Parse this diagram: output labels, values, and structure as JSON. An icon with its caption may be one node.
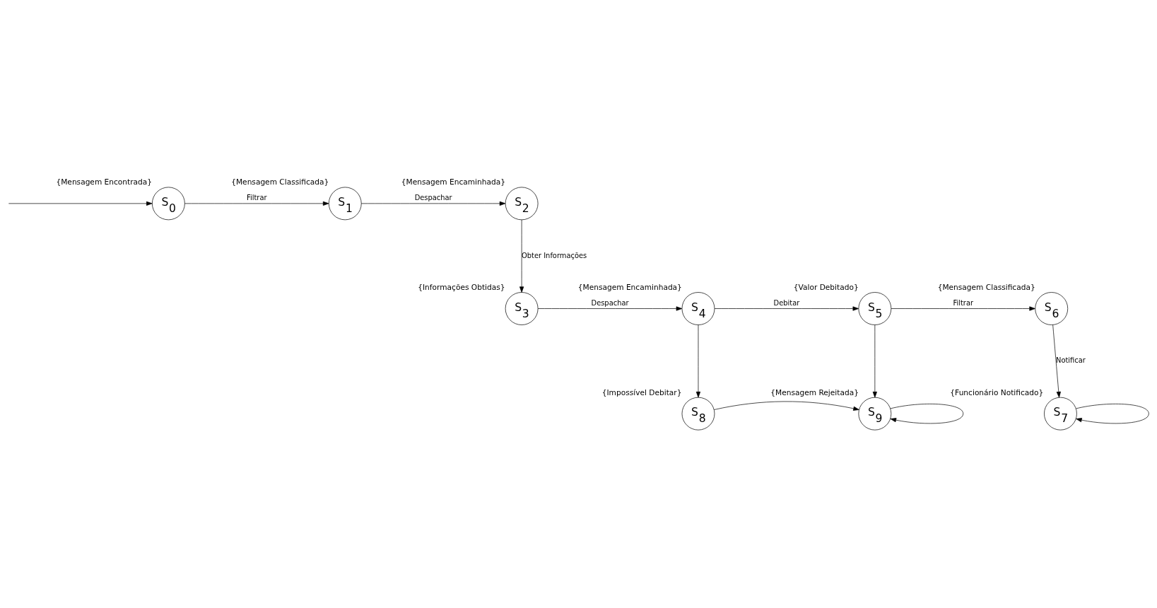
{
  "diagram": {
    "nodes": [
      {
        "text": [
          "S$_{0}$"
        ],
        "beside": [
          "{Mensagem Encontrada}"
        ]
      },
      {
        "text": [
          "S$_{1}$"
        ],
        "beside": [
          "{Mensagem Classificada}"
        ]
      },
      {
        "text": [
          "S$_{2}$"
        ],
        "beside": [
          "{Mensagem Encaminhada}"
        ]
      },
      {
        "text": [
          "S$_{3}$"
        ],
        "beside": [
          "{Informações Obtidas}"
        ]
      },
      {
        "text": [
          "S$_{4}$"
        ],
        "beside": [
          "{Mensagem Encaminhada}"
        ]
      },
      {
        "text": [
          "S$_{5}$"
        ],
        "beside": [
          "{Valor Debitado}"
        ]
      },
      {
        "text": [
          "S$_{6}$"
        ],
        "beside": [
          "{Mensagem Classificada}"
        ]
      },
      {
        "text": [
          "S$_{7}$"
        ],
        "beside": [
          "{Funcionário Notificado}"
        ]
      },
      {
        "text": [
          "S$_{8}$"
        ],
        "beside": [
          "{Impossível Debitar}"
        ]
      },
      {
        "text": [
          "S$_{9}$"
        ],
        "beside": [
          "{Mensagem Rejeitada}"
        ]
      }
    ],
    "edges": [
      {
        "from": null,
        "to": 0,
        "arrow": "to"
      },
      {
        "from": 0,
        "to": 1,
        "arrow": "to",
        "label": "Filtrar"
      },
      {
        "from": 1,
        "to": 2,
        "arrow": "to",
        "label": "Despachar"
      },
      {
        "from": 2,
        "to": 3,
        "arrow": "to",
        "label": "Obter Informações"
      },
      {
        "from": 3,
        "to": 4,
        "arrow": "to",
        "label": "Despachar"
      },
      {
        "from": 4,
        "to": 5,
        "arrow": "to",
        "label": "Debitar"
      },
      {
        "from": 4,
        "to": 8,
        "arrow": "to"
      },
      {
        "from": 5,
        "to": 6,
        "arrow": "to",
        "label": "Filtrar"
      },
      {
        "from": 5,
        "to": 9,
        "arrow": "to"
      },
      {
        "from": 6,
        "to": 7,
        "arrow": "to",
        "label": "Notificar"
      },
      {
        "from": 8,
        "to": 9,
        "arrow": "to"
      },
      {
        "from": 9,
        "to": 9,
        "arrow": "to"
      },
      {
        "from": 7,
        "to": 7,
        "arrow": "to"
      }
    ]
  }
}
